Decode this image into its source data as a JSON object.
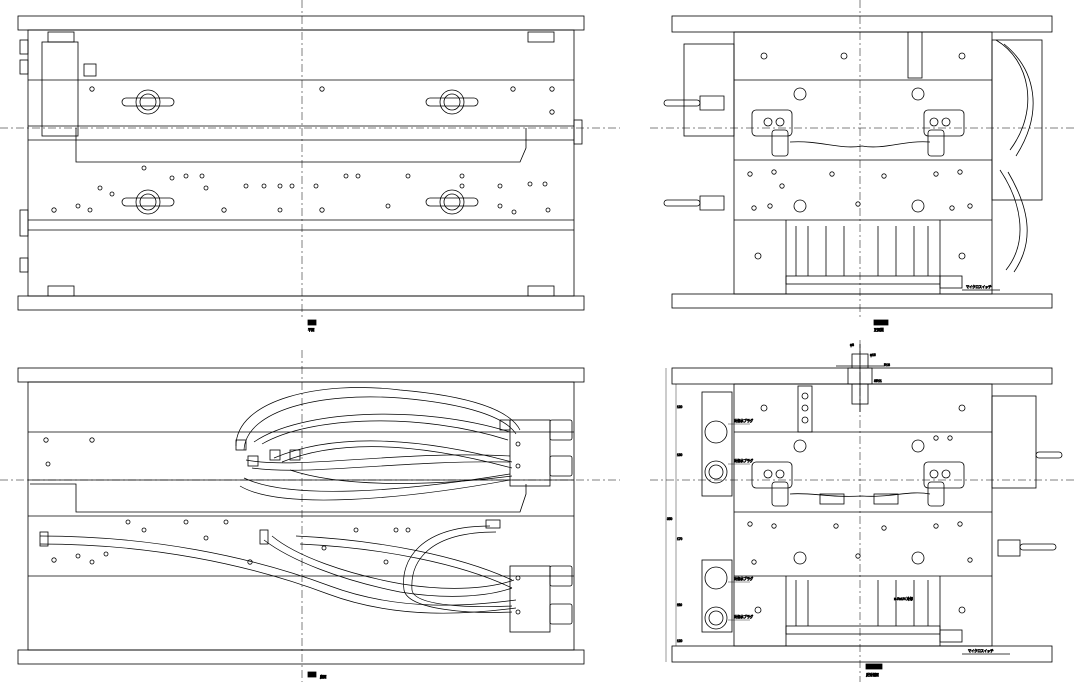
{
  "drawing": {
    "views": [
      {
        "id": "top-left",
        "caption": "平面"
      },
      {
        "id": "top-right",
        "caption": "正面図"
      },
      {
        "id": "bottom-left",
        "caption": "底面"
      },
      {
        "id": "bottom-right",
        "caption": "反対側面"
      }
    ],
    "annotations": {
      "switch_label": "マイクロスイッチ",
      "cooling_1": "冷却水ブラグ",
      "cooling_2": "冷却水ブラグ",
      "cooling_3": "冷却水ブラグ",
      "cooling_4": "冷却水ブラグ",
      "spec_note": "Ⅲ-Rc1/4 冷却",
      "dim_a": "φ8",
      "dim_b": "φ16",
      "dim_c": "R18",
      "dim_d": "SR11",
      "ldim_1": "120",
      "ldim_2": "130",
      "ldim_3": "350",
      "ldim_4": "170",
      "ldim_5": "110",
      "ldim_6": "120"
    }
  }
}
